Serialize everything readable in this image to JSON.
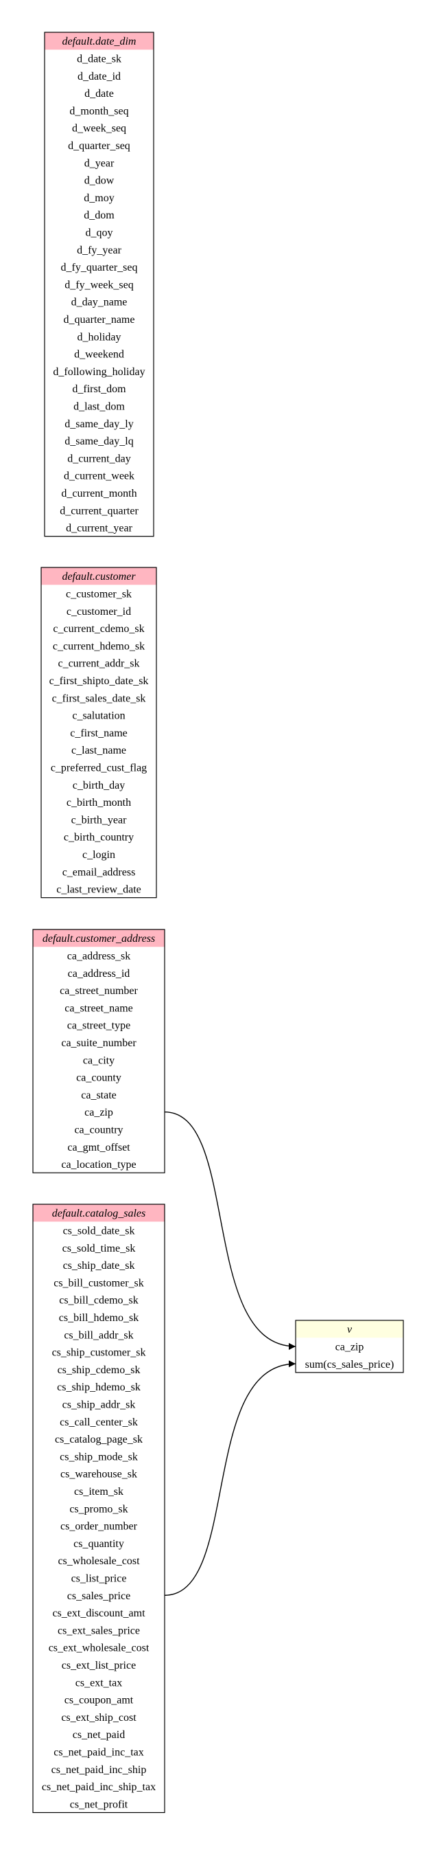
{
  "colors": {
    "table_header": "#ffb6c1",
    "view_header": "#ffffe0",
    "border": "#000000",
    "edge": "#000000"
  },
  "tables": [
    {
      "id": "date_dim",
      "name": "default.date_dim",
      "columns": [
        "d_date_sk",
        "d_date_id",
        "d_date",
        "d_month_seq",
        "d_week_seq",
        "d_quarter_seq",
        "d_year",
        "d_dow",
        "d_moy",
        "d_dom",
        "d_qoy",
        "d_fy_year",
        "d_fy_quarter_seq",
        "d_fy_week_seq",
        "d_day_name",
        "d_quarter_name",
        "d_holiday",
        "d_weekend",
        "d_following_holiday",
        "d_first_dom",
        "d_last_dom",
        "d_same_day_ly",
        "d_same_day_lq",
        "d_current_day",
        "d_current_week",
        "d_current_month",
        "d_current_quarter",
        "d_current_year"
      ]
    },
    {
      "id": "customer",
      "name": "default.customer",
      "columns": [
        "c_customer_sk",
        "c_customer_id",
        "c_current_cdemo_sk",
        "c_current_hdemo_sk",
        "c_current_addr_sk",
        "c_first_shipto_date_sk",
        "c_first_sales_date_sk",
        "c_salutation",
        "c_first_name",
        "c_last_name",
        "c_preferred_cust_flag",
        "c_birth_day",
        "c_birth_month",
        "c_birth_year",
        "c_birth_country",
        "c_login",
        "c_email_address",
        "c_last_review_date"
      ]
    },
    {
      "id": "customer_address",
      "name": "default.customer_address",
      "columns": [
        "ca_address_sk",
        "ca_address_id",
        "ca_street_number",
        "ca_street_name",
        "ca_street_type",
        "ca_suite_number",
        "ca_city",
        "ca_county",
        "ca_state",
        "ca_zip",
        "ca_country",
        "ca_gmt_offset",
        "ca_location_type"
      ]
    },
    {
      "id": "catalog_sales",
      "name": "default.catalog_sales",
      "columns": [
        "cs_sold_date_sk",
        "cs_sold_time_sk",
        "cs_ship_date_sk",
        "cs_bill_customer_sk",
        "cs_bill_cdemo_sk",
        "cs_bill_hdemo_sk",
        "cs_bill_addr_sk",
        "cs_ship_customer_sk",
        "cs_ship_cdemo_sk",
        "cs_ship_hdemo_sk",
        "cs_ship_addr_sk",
        "cs_call_center_sk",
        "cs_catalog_page_sk",
        "cs_ship_mode_sk",
        "cs_warehouse_sk",
        "cs_item_sk",
        "cs_promo_sk",
        "cs_order_number",
        "cs_quantity",
        "cs_wholesale_cost",
        "cs_list_price",
        "cs_sales_price",
        "cs_ext_discount_amt",
        "cs_ext_sales_price",
        "cs_ext_wholesale_cost",
        "cs_ext_list_price",
        "cs_ext_tax",
        "cs_coupon_amt",
        "cs_ext_ship_cost",
        "cs_net_paid",
        "cs_net_paid_inc_tax",
        "cs_net_paid_inc_ship",
        "cs_net_paid_inc_ship_tax",
        "cs_net_profit"
      ]
    }
  ],
  "view": {
    "id": "v",
    "name": "v",
    "columns": [
      "ca_zip",
      "sum(cs_sales_price)"
    ]
  },
  "edges": [
    {
      "from_table": "customer_address",
      "from_column": "ca_zip",
      "to_column": "ca_zip"
    },
    {
      "from_table": "catalog_sales",
      "from_column": "cs_sales_price",
      "to_column": "sum(cs_sales_price)"
    }
  ]
}
